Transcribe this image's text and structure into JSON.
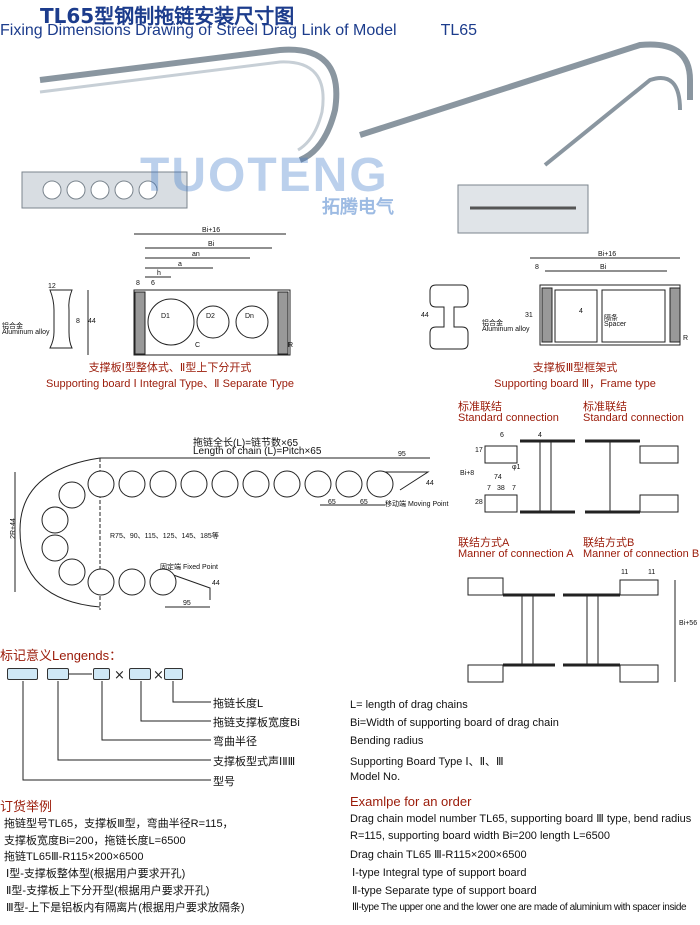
{
  "header": {
    "title_cn": "TL65型钢制拖链安装尺寸图",
    "title_en": "Fixing Dimensions Drawing of Streel Drag Link of Model",
    "model": "TL65"
  },
  "watermark": {
    "brand": "TUOTENG",
    "brand_cn": "拓腾电气"
  },
  "board_i": {
    "caption_cn": "支撑板Ⅰ型整体式、Ⅱ型上下分开式",
    "caption_en": "Supporting board Ⅰ Integral Type、Ⅱ Separate Type",
    "material_cn": "铝合金",
    "material_en": "Aluminum alloy",
    "dims": {
      "width": "12",
      "height": "44",
      "offset": "8",
      "bi16": "Bi+16",
      "bi": "Bi",
      "an": "an",
      "a": "a",
      "h": "h",
      "side": "8",
      "inner": "6",
      "c": "C",
      "r": "R",
      "d1": "D1",
      "d2": "D2",
      "dn": "Dn"
    }
  },
  "board_iii": {
    "caption_cn": "支撑板Ⅲ型框架式",
    "caption_en": "Supporting board Ⅲ，Frame type",
    "spacer_cn": "隔条",
    "spacer_en": "Spacer",
    "material_cn": "铝合金",
    "material_en": "Aluminum alloy",
    "dims": {
      "bi16": "Bi+16",
      "bi": "Bi",
      "side": "8",
      "h44": "44",
      "h31": "31",
      "gap": "4",
      "r": "R"
    }
  },
  "chain": {
    "length_cn": "拖链全长(L)=链节数×65",
    "length_en": "Length of chain (L)=Pitch×65",
    "radius_note": "R75、90、115、125、145、185等",
    "moving_point": "移动端 Moving Point",
    "fixed_point": "固定端 Fixed Point",
    "dims": {
      "top95": "95",
      "bottom95": "95",
      "pitch1": "65",
      "pitch2": "65",
      "h44_top": "44",
      "h44_bottom": "44",
      "total": "2R+44"
    }
  },
  "connections": [
    {
      "cn": "标准联结",
      "en": "Standard connection"
    },
    {
      "cn": "标准联结",
      "en": "Standard connection"
    },
    {
      "cn": "联结方式A",
      "en": "Manner of connection A"
    },
    {
      "cn": "联结方式B",
      "en": "Manner of connection B"
    }
  ],
  "connection_dims": {
    "w74": "74",
    "d7a": "7",
    "d38": "38",
    "d7b": "7",
    "h17": "17",
    "h28": "28",
    "d11a": "11",
    "d11b": "11",
    "bi8": "Bi+8",
    "bi56": "Bi+56",
    "g4": "4",
    "g6": "6",
    "phi": "φ1"
  },
  "legend": {
    "title": "标记意义Lengends：",
    "items_cn": [
      "拖链长度L",
      "拖链支撑板宽度Bi",
      "弯曲半径",
      "支撑板型式声ⅠⅡⅢ",
      "型号"
    ],
    "items_en": [
      "L= length of drag chains",
      "Bi=Width of supporting board of drag chain",
      "Bending radius",
      "Supporting Board Type Ⅰ、Ⅱ、Ⅲ",
      "Model No."
    ]
  },
  "order": {
    "title_cn": "订货举例",
    "lines_cn": [
      "拖链型号TL65，支撑板Ⅲ型，弯曲半径R=115，",
      "支撑板宽度Bi=200，拖链长度L=6500",
      "拖链TL65Ⅲ-R115×200×6500",
      "Ⅰ型-支撑板整体型(根据用户要求开孔)",
      "Ⅱ型-支撑板上下分开型(根据用户要求开孔)",
      "Ⅲ型-上下是铝板内有隔离片(根据用户要求放隔条)"
    ],
    "title_en": "Examlpe for an order",
    "lines_en": [
      "Drag chain model number TL65, supporting board Ⅲ type, bend radius",
      "R=115, supporting board width Bi=200 length L=6500",
      "Drag chain TL65 Ⅲ-R115×200×6500",
      "Ⅰ-type Integral type of support board",
      "Ⅱ-type Separate type of support board",
      "Ⅲ-type The upper one and the lower one are made of aluminium with spacer inside"
    ]
  }
}
